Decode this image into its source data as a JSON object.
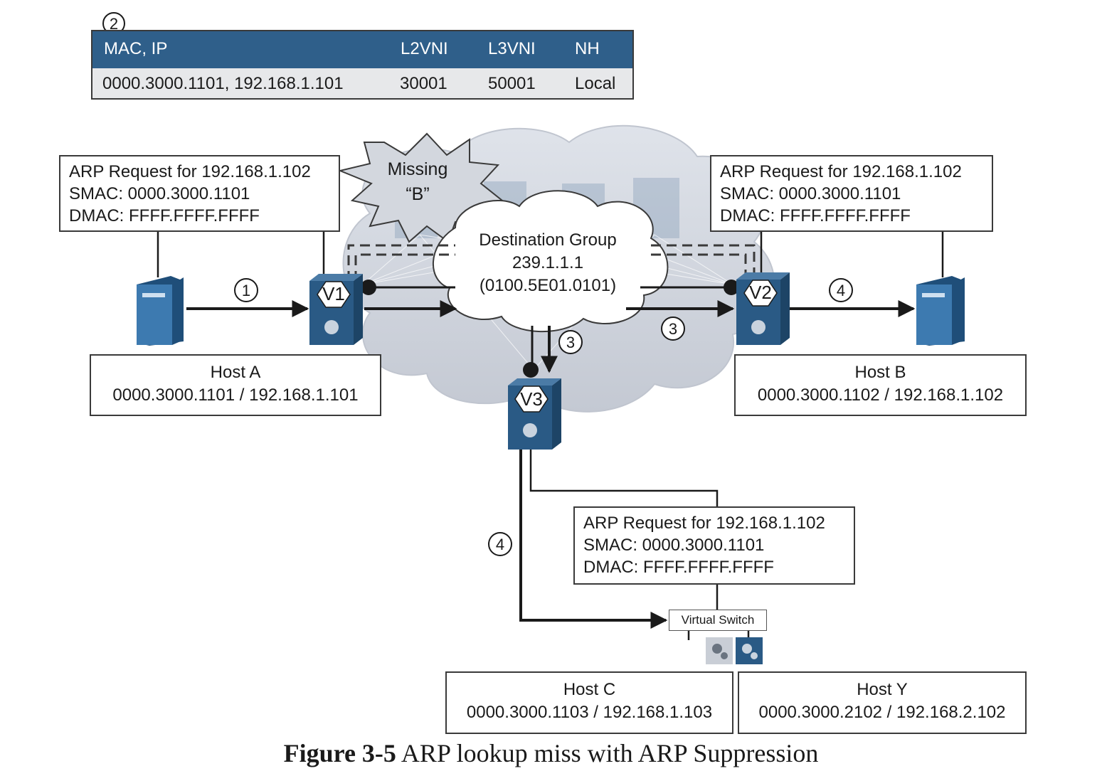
{
  "table": {
    "step": "2",
    "headers": [
      "MAC, IP",
      "L2VNI",
      "L3VNI",
      "NH"
    ],
    "row": [
      "0000.3000.1101, 192.168.1.101",
      "30001",
      "50001",
      "Local"
    ]
  },
  "burst": {
    "line1": "Missing",
    "line2": "“B”"
  },
  "cloud": {
    "line1": "Destination Group",
    "line2": "239.1.1.1",
    "line3": "(0100.5E01.0101)"
  },
  "arp_left": {
    "line1": "ARP Request for 192.168.1.102",
    "line2": "SMAC: 0000.3000.1101",
    "line3": "DMAC: FFFF.FFFF.FFFF"
  },
  "arp_right": {
    "line1": "ARP Request for 192.168.1.102",
    "line2": "SMAC: 0000.3000.1101",
    "line3": "DMAC: FFFF.FFFF.FFFF"
  },
  "arp_bottom": {
    "line1": "ARP Request for 192.168.1.102",
    "line2": "SMAC: 0000.3000.1101",
    "line3": "DMAC: FFFF.FFFF.FFFF"
  },
  "hosts": {
    "a": {
      "name": "Host A",
      "addr": "0000.3000.1101 / 192.168.1.101"
    },
    "b": {
      "name": "Host B",
      "addr": "0000.3000.1102 / 192.168.1.102"
    },
    "c": {
      "name": "Host C",
      "addr": "0000.3000.1103 / 192.168.1.103"
    },
    "y": {
      "name": "Host Y",
      "addr": "0000.3000.2102 / 192.168.2.102"
    }
  },
  "vteps": {
    "v1": "V1",
    "v2": "V2",
    "v3": "V3"
  },
  "steps": {
    "s1": "1",
    "s3a": "3",
    "s3b": "3",
    "s4a": "4",
    "s4b": "4"
  },
  "virtual_switch": "Virtual Switch",
  "caption": {
    "bold": "Figure 3-5",
    "text": " ARP lookup miss with ARP Suppression"
  },
  "colors": {
    "vtep": "#2a5a85",
    "table_header": "#2f5f8a",
    "cloud": "#c9ced8",
    "line": "#1a1a1a"
  },
  "icons": [
    "server-icon",
    "switch-icon",
    "vm-icon"
  ]
}
